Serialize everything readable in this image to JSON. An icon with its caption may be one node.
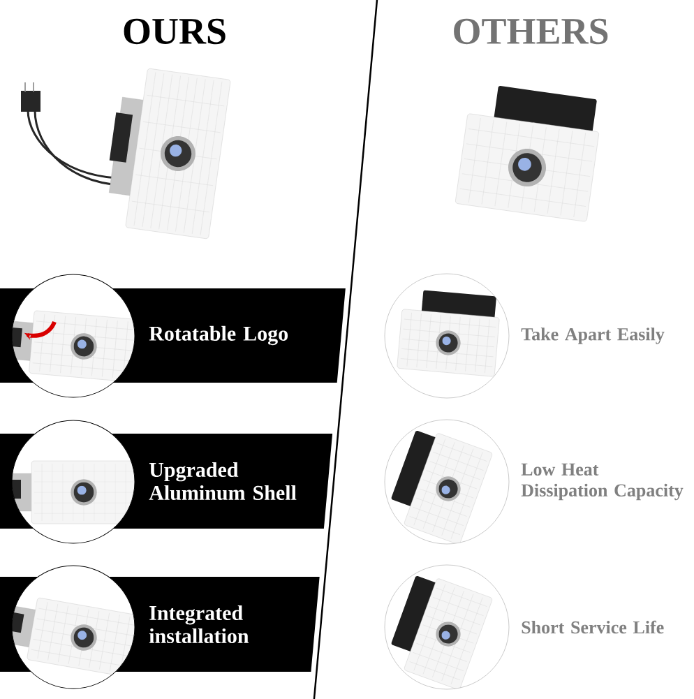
{
  "diagram": {
    "nodes": [
      {
        "text": [
          "Rotatable Logo"
        ]
      },
      {
        "text": [
          "Upgraded Aluminum Shell"
        ]
      },
      {
        "text": [
          "Integrated installation"
        ]
      }
    ],
    "labels": [
      "OURS",
      "OTHERS",
      "Take Apart Easily",
      "Low Heat Dissipation Capacity",
      "Short Service Life"
    ]
  }
}
